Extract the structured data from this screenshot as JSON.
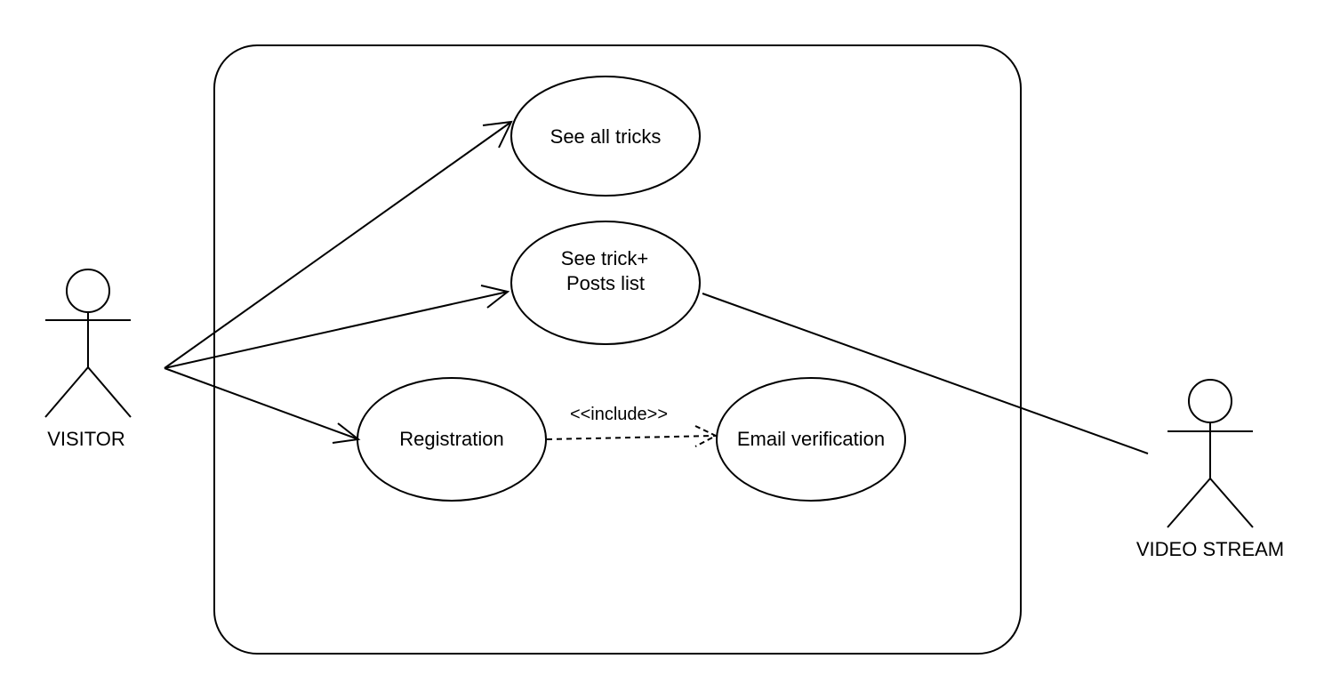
{
  "diagram": {
    "actors": {
      "visitor": "VISITOR",
      "video_stream": "VIDEO STREAM"
    },
    "use_cases": {
      "see_all_tricks": "See all tricks",
      "see_trick_line1": "See trick+",
      "see_trick_line2": "Posts list",
      "registration": "Registration",
      "email_verification": "Email verification"
    },
    "relations": {
      "include": "<<include>>"
    },
    "colors": {
      "stroke": "#000000",
      "background": "#ffffff"
    }
  }
}
